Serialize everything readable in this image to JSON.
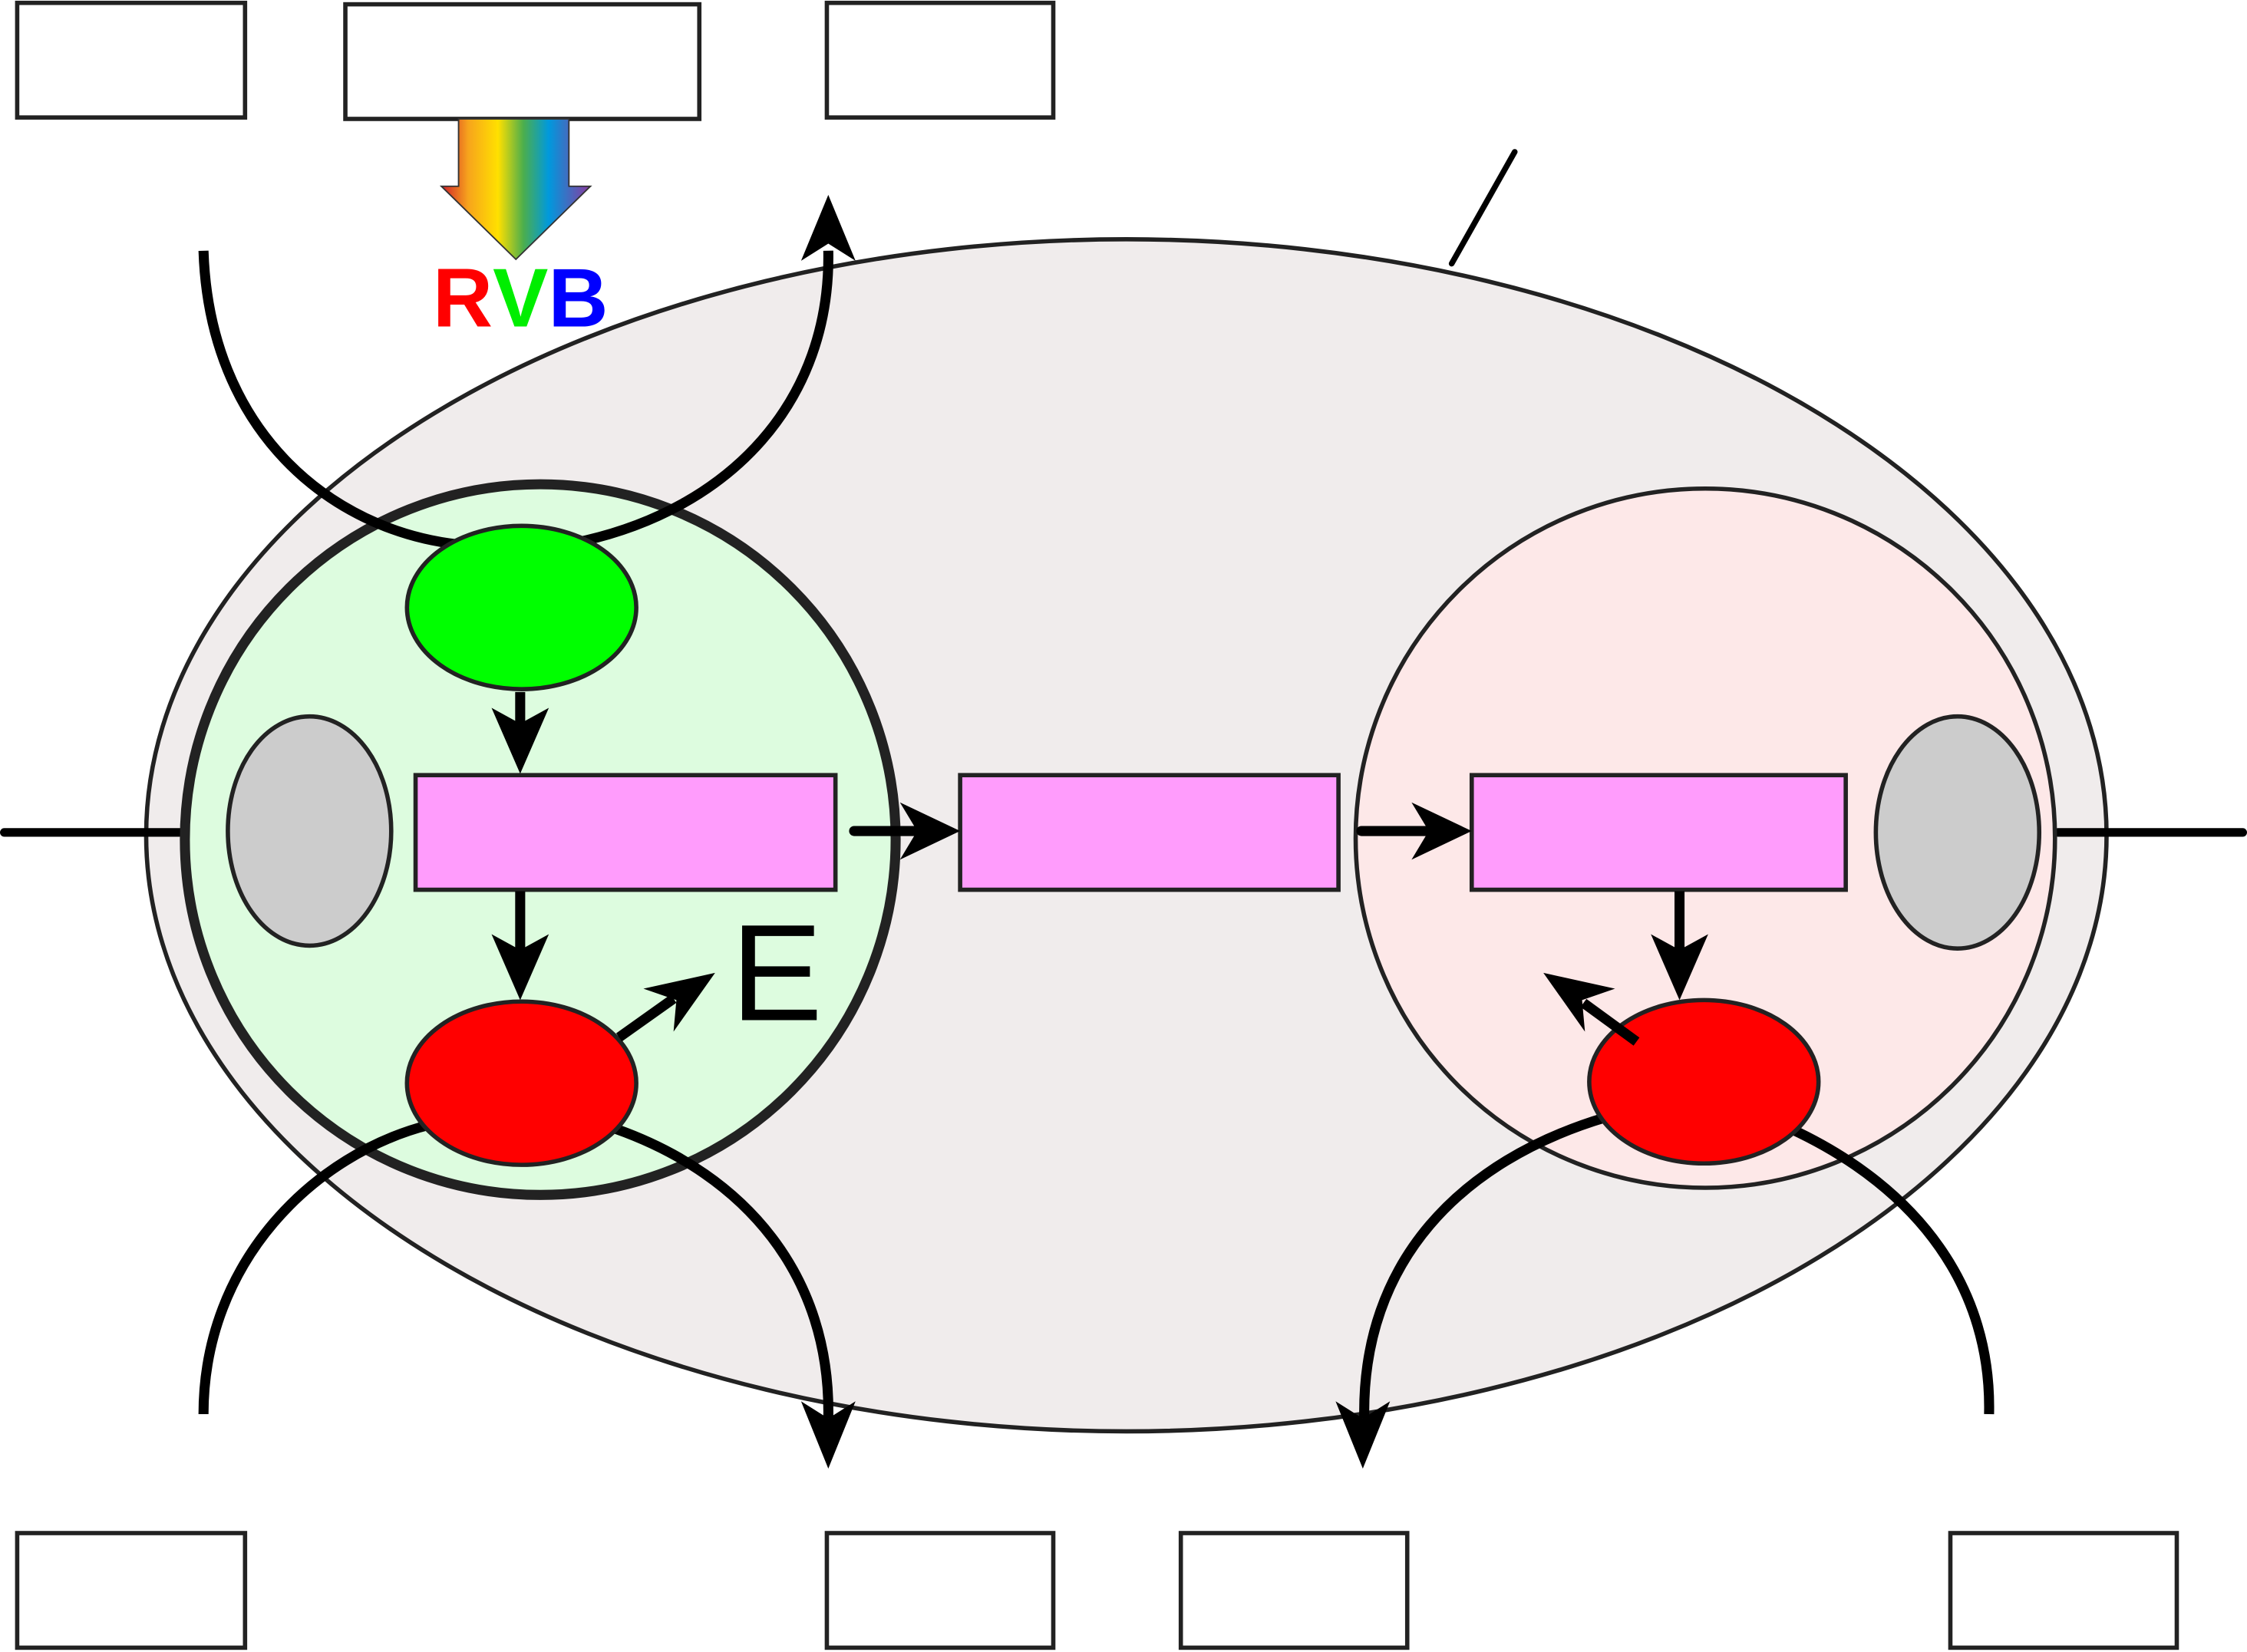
{
  "diagram": {
    "title": "",
    "light_label": {
      "r": "R",
      "v": "V",
      "b": "B"
    },
    "energy_label": "E",
    "colors": {
      "background": "#ffffff",
      "outer_ellipse": "#f0ecec",
      "left_compartment": "#ddfcdf",
      "right_compartment": "#fde8e8",
      "green_node": "#00ff00",
      "red_node": "#ff0000",
      "gray_node": "#cccccc",
      "magenta_bar": "#ff9cfc",
      "label_r": "#ff0000",
      "label_v": "#00ee00",
      "label_b": "#0000ff"
    },
    "top_boxes": [
      {
        "label": ""
      },
      {
        "label": ""
      },
      {
        "label": ""
      }
    ],
    "bottom_boxes": [
      {
        "label": ""
      },
      {
        "label": ""
      },
      {
        "label": ""
      },
      {
        "label": ""
      }
    ],
    "bars": [
      {
        "label": ""
      },
      {
        "label": ""
      },
      {
        "label": ""
      }
    ]
  }
}
